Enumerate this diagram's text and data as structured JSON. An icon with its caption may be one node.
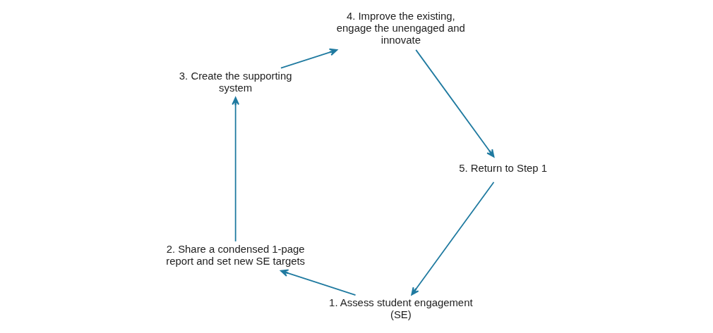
{
  "diagram": {
    "nodes": [
      {
        "text": [
          "1. Assess student engagement (SE)"
        ]
      },
      {
        "text": [
          "2. Share a condensed 1-page report and set new SE targets"
        ]
      },
      {
        "text": [
          "3. Create the supporting system"
        ]
      },
      {
        "text": [
          "4. Improve the existing, engage the unengaged and innovate"
        ]
      },
      {
        "text": [
          "5. Return to Step 1"
        ]
      }
    ],
    "edges": [
      {
        "from": 0,
        "to": 1,
        "arrow": "to"
      },
      {
        "from": 1,
        "to": 2,
        "arrow": "to"
      },
      {
        "from": 2,
        "to": 3,
        "arrow": "to"
      },
      {
        "from": 3,
        "to": 4,
        "arrow": "to"
      },
      {
        "from": 4,
        "to": 0,
        "arrow": "to"
      }
    ]
  }
}
